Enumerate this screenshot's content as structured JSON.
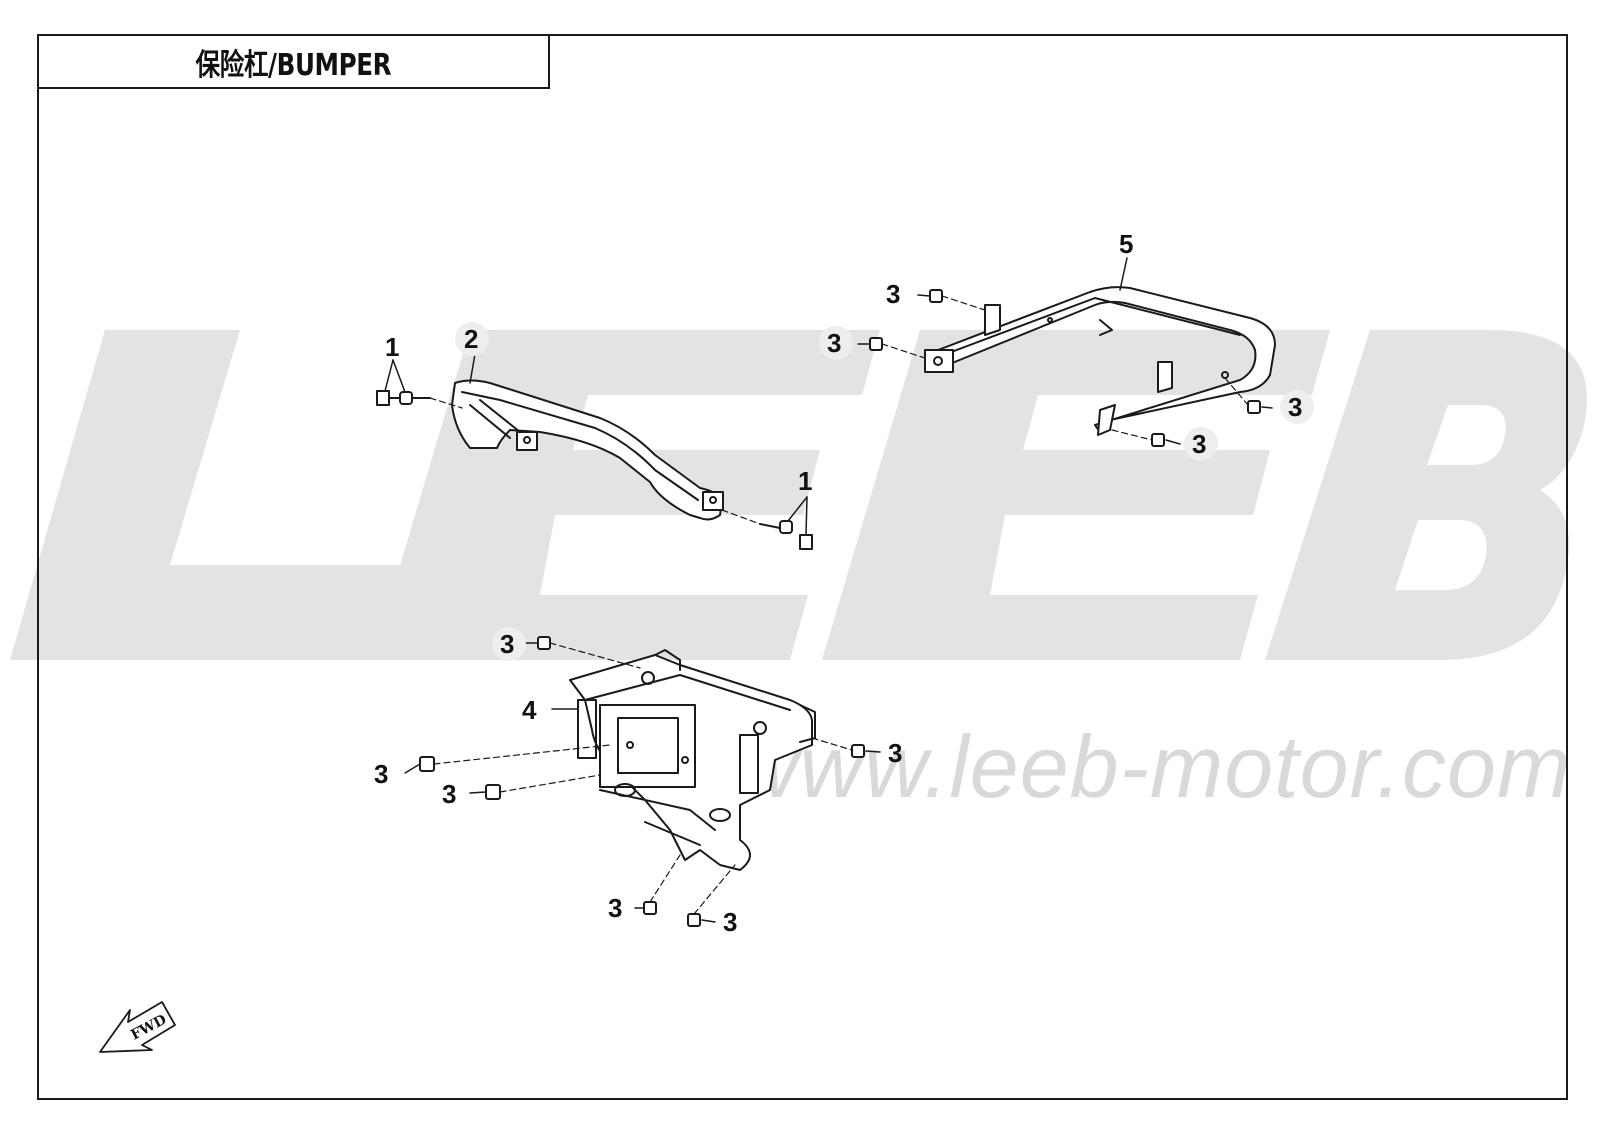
{
  "title": "保险杠/BUMPER",
  "watermark": {
    "logo_text": "LEEB",
    "url": "www.leeb-motor.com"
  },
  "fwd_label": "FWD",
  "callouts": {
    "c1a": "1",
    "c1b": "1",
    "c2": "2",
    "c3a": "3",
    "c3b": "3",
    "c3c": "3",
    "c3d": "3",
    "c3e": "3",
    "c3f": "3",
    "c3g": "3",
    "c3h": "3",
    "c3i": "3",
    "c3j": "3",
    "c4": "4",
    "c5": "5"
  },
  "colors": {
    "line": "#1a1a1a",
    "watermark": "#e3e3e3",
    "callout_bg": "#eeeeee"
  }
}
